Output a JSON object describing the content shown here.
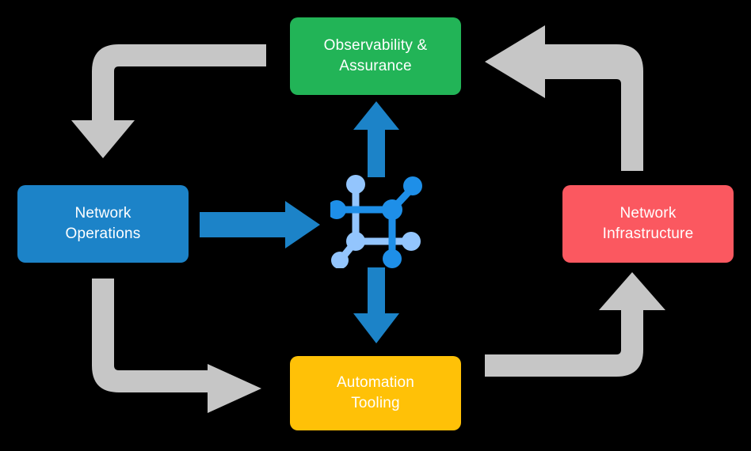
{
  "diagram": {
    "title": "Network automation lifecycle cycle diagram",
    "background_color": "#000000",
    "center_icon": {
      "name": "network-topology-icon",
      "node_color_primary": "#1E8FE8",
      "node_color_secondary": "#93C5FD"
    },
    "boxes": [
      {
        "id": "observability",
        "label": "Observability &\nAssurance",
        "color": "#22B457",
        "text_color": "#FFFFFF",
        "position": "top"
      },
      {
        "id": "netops",
        "label": "Network\nOperations",
        "color": "#1C83C8",
        "text_color": "#FFFFFF",
        "position": "left"
      },
      {
        "id": "netinfra",
        "label": "Network\nInfrastructure",
        "color": "#FB5860",
        "text_color": "#FFFFFF",
        "position": "right"
      },
      {
        "id": "automation",
        "label": "Automation\nTooling",
        "color": "#FFC107",
        "text_color": "#FFFFFF",
        "position": "bottom"
      }
    ],
    "connectors": {
      "accent_color": "#1C83C8",
      "cycle_color": "#C6C6C6",
      "straight": [
        {
          "id": "netops-to-hub",
          "from": "netops",
          "to": "center-icon",
          "direction": "right"
        },
        {
          "id": "hub-to-observability",
          "from": "center-icon",
          "to": "observability",
          "direction": "up"
        },
        {
          "id": "hub-to-automation",
          "from": "center-icon",
          "to": "automation",
          "direction": "down"
        }
      ],
      "elbow": [
        {
          "id": "observability-to-netops",
          "from": "observability",
          "to": "netops",
          "direction": "down",
          "corner": "top-left"
        },
        {
          "id": "netinfra-to-observability",
          "from": "netinfra",
          "to": "observability",
          "direction": "left",
          "corner": "top-right"
        },
        {
          "id": "netops-to-automation",
          "from": "netops",
          "to": "automation",
          "direction": "right",
          "corner": "bottom-left"
        },
        {
          "id": "automation-to-netinfra",
          "from": "automation",
          "to": "netinfra",
          "direction": "up",
          "corner": "bottom-right"
        }
      ]
    }
  }
}
